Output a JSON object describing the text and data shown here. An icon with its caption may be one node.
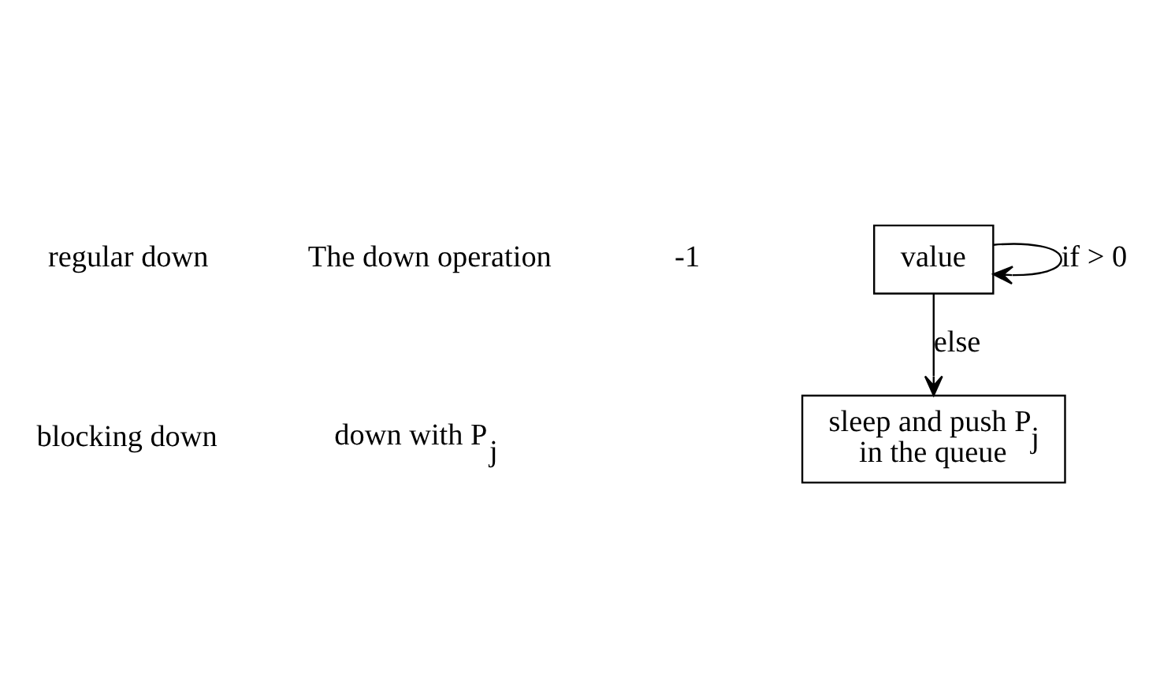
{
  "diagram": {
    "nodes": [
      {
        "text": [
          "value"
        ]
      },
      {
        "text": [
          "sleep and push P$_{j}$ in the queue"
        ]
      }
    ],
    "edges": [
      {
        "from": 0,
        "to": 0,
        "arrow": "to",
        "label": "if > 0"
      },
      {
        "from": 0,
        "to": 1,
        "arrow": "to",
        "label": "else"
      }
    ],
    "labels": [
      "down with P$_{j}$",
      "regular down",
      "-1",
      "The down operation",
      "blocking down"
    ]
  }
}
